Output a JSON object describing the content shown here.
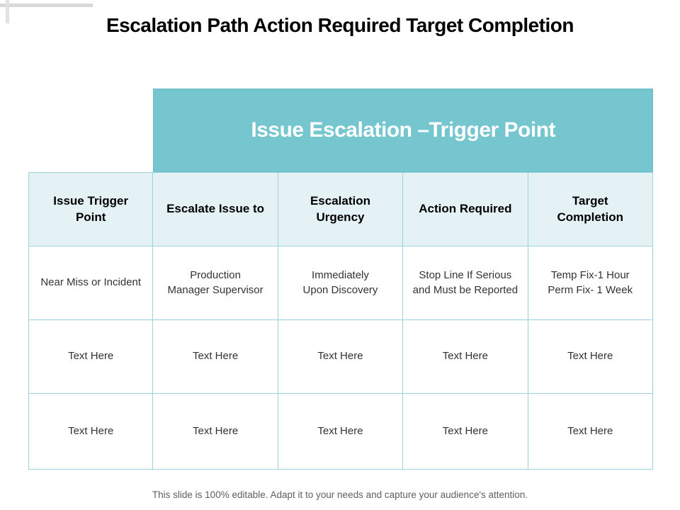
{
  "slide": {
    "title": "Escalation Path Action Required Target Completion",
    "footer": "This slide is 100% editable. Adapt it to your needs and capture your audience's attention."
  },
  "table": {
    "banner": "Issue Escalation –Trigger Point",
    "columns": [
      "Issue Trigger\nPoint",
      "Escalate Issue to",
      "Escalation\nUrgency",
      "Action Required",
      "Target\nCompletion"
    ],
    "rows": [
      [
        "Near Miss or Incident",
        "Production\nManager Supervisor",
        "Immediately\nUpon Discovery",
        "Stop Line If Serious\nand Must be Reported",
        "Temp Fix-1 Hour\nPerm Fix- 1 Week"
      ],
      [
        "Text Here",
        "Text Here",
        "Text Here",
        "Text Here",
        "Text Here"
      ],
      [
        "Text Here",
        "Text Here",
        "Text Here",
        "Text Here",
        "Text Here"
      ]
    ]
  },
  "colors": {
    "banner_bg": "#76c6d0",
    "header_bg": "#e4f2f5",
    "cell_border": "#9bd3da",
    "footer_text": "#5f5f5f",
    "decoration_gray": "#d9d9d9"
  }
}
